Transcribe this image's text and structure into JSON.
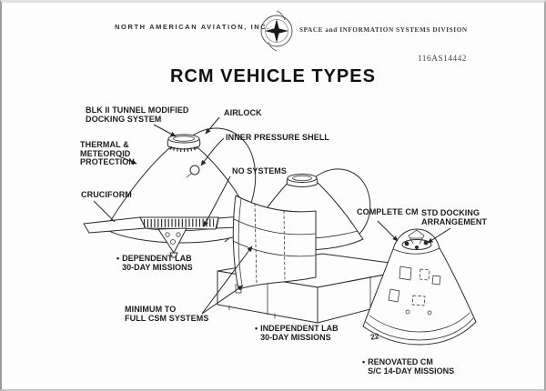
{
  "page": {
    "header": {
      "company": "NORTH AMERICAN AVIATION, INC.",
      "division": "SPACE and INFORMATION SYSTEMS DIVISION",
      "logo_icon": "naa-compass-rosette-icon"
    },
    "doc_number": "116AS14442",
    "title": "RCM VEHICLE TYPES"
  },
  "diagram": {
    "callouts": {
      "blk_ii_docking": {
        "lines": [
          "BLK II TUNNEL MODIFIED",
          "DOCKING SYSTEM"
        ]
      },
      "airlock": {
        "lines": [
          "AIRLOCK"
        ]
      },
      "thermal_meteoroid": {
        "lines": [
          "THERMAL &",
          "METEOROID",
          "PROTECTION"
        ]
      },
      "inner_pressure_shell": {
        "lines": [
          "INNER PRESSURE SHELL"
        ]
      },
      "no_systems": {
        "lines": [
          "NO SYSTEMS"
        ]
      },
      "cruciform": {
        "lines": [
          "CRUCIFORM"
        ]
      },
      "minimum_csm": {
        "lines": [
          "MINIMUM TO",
          "FULL CSM SYSTEMS"
        ]
      },
      "complete_cm": {
        "lines": [
          "COMPLETE CM"
        ]
      },
      "std_docking": {
        "lines": [
          "STD DOCKING",
          "ARRANGEMENT"
        ]
      }
    },
    "captions": {
      "dependent_lab": {
        "bullet": "•",
        "lines": [
          "DEPENDENT LAB",
          "30-DAY MISSIONS"
        ]
      },
      "independent_lab": {
        "bullet": "•",
        "lines": [
          "INDEPENDENT LAB",
          "30-DAY MISSIONS"
        ]
      },
      "renovated_cm": {
        "bullet": "•",
        "lines": [
          "RENOVATED CM",
          "S/C 14-DAY MISSIONS"
        ]
      }
    },
    "markings": {
      "cm_base_number": "22"
    }
  },
  "colors": {
    "ink": "#2b2b2b",
    "page_bg": "#fdfdfd",
    "edge_border": "#9c9c9c"
  }
}
